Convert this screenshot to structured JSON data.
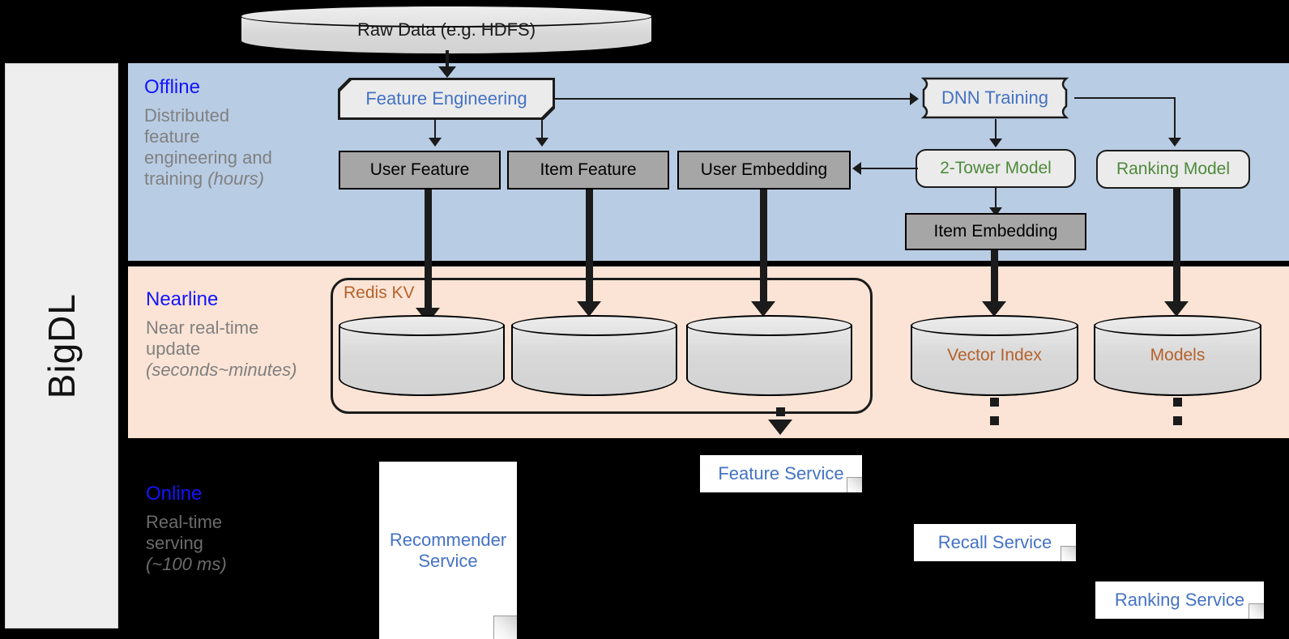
{
  "framework": {
    "name": "BigDL"
  },
  "top_source": {
    "label": "Raw Data (e.g. HDFS)",
    "shape": "cylinder"
  },
  "bands": [
    {
      "id": "offline",
      "title": "Offline",
      "subtitle_line1": "Distributed",
      "subtitle_line2": "feature",
      "subtitle_line3": "engineering and",
      "subtitle_line4": "training ",
      "subtitle_italic": "(hours)",
      "background": "#b8cce4"
    },
    {
      "id": "nearline",
      "title": "Nearline",
      "subtitle_line1": "Near real-time",
      "subtitle_line2": "update",
      "subtitle_italic": "(seconds~minutes)",
      "background": "#fbe4d5"
    },
    {
      "id": "online",
      "title": "Online",
      "subtitle_line1": "Real-time",
      "subtitle_line2": "serving",
      "subtitle_italic": "(~100 ms)",
      "background": "#000000"
    }
  ],
  "offline_nodes": {
    "feature_engineering": "Feature Engineering",
    "dnn_training": "DNN Training",
    "user_feature": "User Feature",
    "item_feature": "Item Feature",
    "user_embedding": "User Embedding",
    "two_tower_model": "2-Tower Model",
    "ranking_model": "Ranking Model",
    "item_embedding": "Item Embedding"
  },
  "nearline_nodes": {
    "redis_group": "Redis KV",
    "store_user_feature": "",
    "store_item_feature": "",
    "store_user_embedding": "",
    "vector_index": "Vector Index",
    "models": "Models"
  },
  "online_nodes": {
    "recommender_service": "Recommender Service",
    "recommender_service_line1": "Recommender",
    "recommender_service_line2": "Service",
    "feature_service": "Feature Service",
    "recall_service": "Recall Service",
    "ranking_service": "Ranking Service"
  },
  "colors": {
    "offline_band": "#b8cce4",
    "nearline_band": "#fbe4d5",
    "online_band": "#000000",
    "band_title": "#1414ff",
    "band_subtitle": "#808080",
    "process_text_blue": "#4472c4",
    "model_text_green": "#4e8a3c",
    "store_text_brown": "#b5622c",
    "gray_box": "#a6a6a6",
    "process_box": "#ebebeb",
    "sidebar": "#eeeeee"
  }
}
